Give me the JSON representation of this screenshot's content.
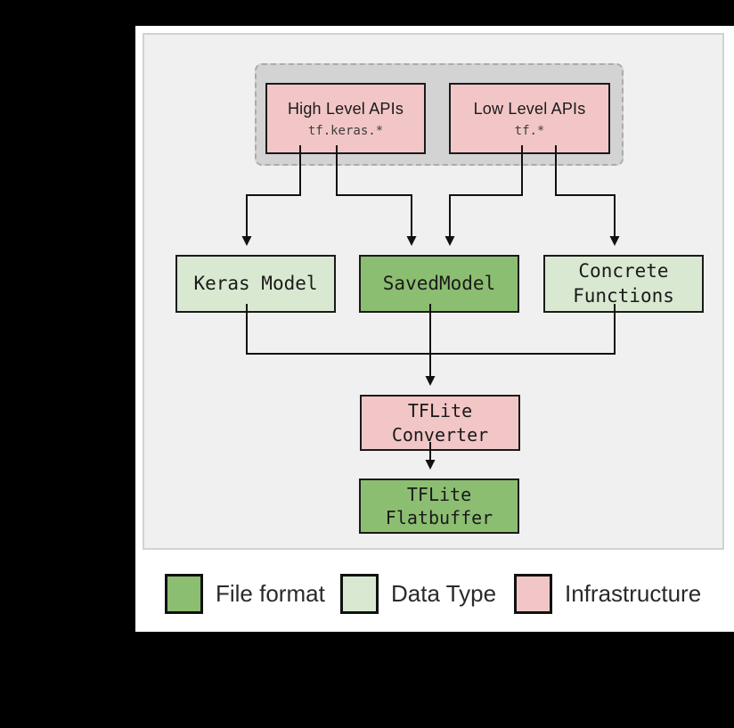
{
  "diagram": {
    "api_group": {
      "high_level": {
        "title": "High Level APIs",
        "code": "tf.keras.*"
      },
      "low_level": {
        "title": "Low Level APIs",
        "code": "tf.*"
      }
    },
    "models": {
      "keras_model": {
        "label": "Keras Model"
      },
      "saved_model": {
        "label": "SavedModel"
      },
      "concrete_functions": {
        "label": "Concrete\nFunctions"
      }
    },
    "pipeline": {
      "tflite_converter": {
        "label": "TFLite\nConverter"
      },
      "tflite_flatbuffer": {
        "label": "TFLite\nFlatbuffer"
      }
    }
  },
  "legend": {
    "items": [
      {
        "key": "file_format",
        "label": "File format"
      },
      {
        "key": "data_type",
        "label": "Data Type"
      },
      {
        "key": "infrastructure",
        "label": "Infrastructure"
      }
    ]
  },
  "colors": {
    "file_format": "#8cbe72",
    "data_type": "#d9e9d1",
    "infrastructure": "#f2c6c6",
    "panel_background": "#f0f0f0",
    "api_group_background": "#d3d3d3",
    "connector": "#111111"
  }
}
